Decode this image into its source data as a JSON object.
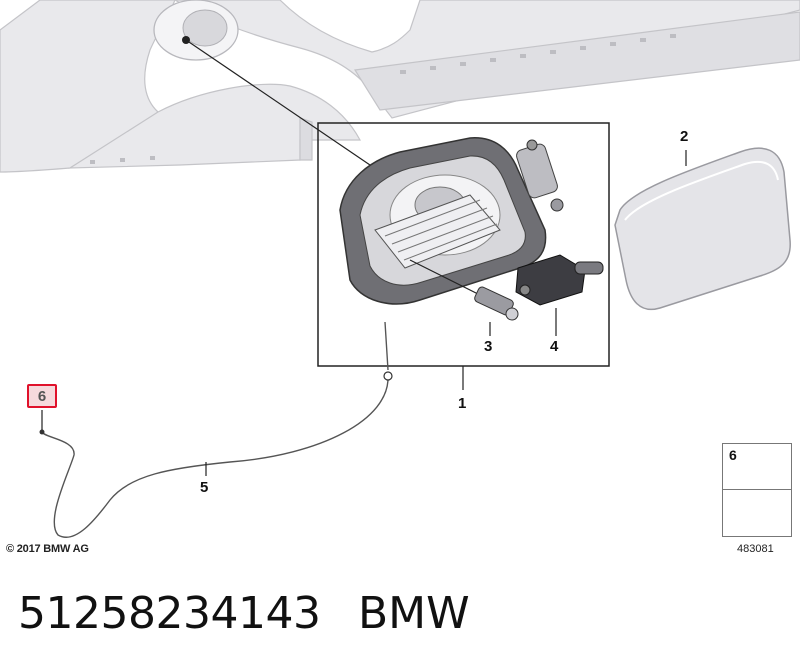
{
  "callouts": {
    "c1": "1",
    "c2": "2",
    "c3": "3",
    "c4": "4",
    "c5": "5",
    "c6": "6"
  },
  "legend": {
    "number": "6"
  },
  "copyright": "© 2017 BMW AG",
  "diagram_number": "483081",
  "footer": {
    "part_number": "51258234143",
    "brand": "BMW"
  },
  "colors": {
    "highlight_border": "#e0112b",
    "highlight_fill": "#f6d9dc"
  },
  "icons": [
    "arrow-icon",
    "clip-icon"
  ]
}
